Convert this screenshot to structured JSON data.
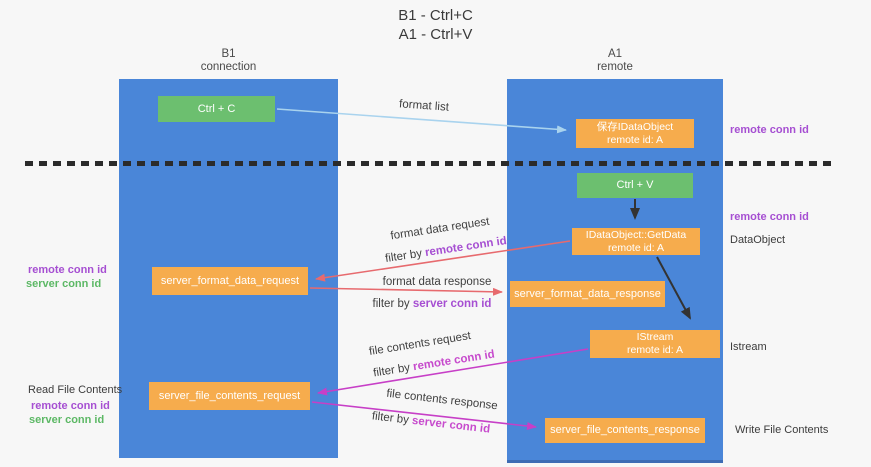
{
  "colors": {
    "background": "#F7F7F7",
    "lifeline_blue": "#4A86D8",
    "box_green": "#6CBF6F",
    "box_orange": "#F6AC4D",
    "arrow_lightblue": "#A9D3EE",
    "arrow_red": "#E76A6E",
    "arrow_magenta": "#C73FC7",
    "arrow_black": "#333333",
    "text_purple": "#A64FD2",
    "text_magenta": "#C74BCD",
    "text_green": "#5CB865"
  },
  "title": {
    "line1": "B1 - Ctrl+C",
    "line2": "A1 - Ctrl+V"
  },
  "lifelines": {
    "left": {
      "name": "B1",
      "role": "connection"
    },
    "right": {
      "name": "A1",
      "role": "remote"
    }
  },
  "boxes": {
    "ctrl_c": {
      "label": "Ctrl + C"
    },
    "save_dataobject": {
      "line1": "保存IDataObject",
      "line2": "remote id: A"
    },
    "ctrl_v": {
      "label": "Ctrl + V"
    },
    "getdata": {
      "line1": "IDataObject::GetData",
      "line2": "remote id: A"
    },
    "format_request": {
      "label": "server_format_data_request"
    },
    "format_response": {
      "label": "server_format_data_response"
    },
    "istream": {
      "line1": "IStream",
      "line2": "remote id: A"
    },
    "file_request": {
      "label": "server_file_contents_request"
    },
    "file_response": {
      "label": "server_file_contents_response"
    }
  },
  "messages": {
    "format_list": {
      "label": "format list"
    },
    "format_request": {
      "label": "format data request",
      "filter_prefix": "filter by ",
      "filter_key": "remote conn id"
    },
    "format_response": {
      "label": "format data response",
      "filter_prefix": "filter by ",
      "filter_key": "server conn id"
    },
    "file_request": {
      "label": "file contents request",
      "filter_prefix": "filter by ",
      "filter_key": "remote conn id"
    },
    "file_response": {
      "label": "file contents response",
      "filter_prefix": "filter by ",
      "filter_key": "server conn id"
    }
  },
  "annotations": {
    "left": {
      "remote_conn_id_1": "remote conn id",
      "server_conn_id_1": "server conn id",
      "read_file_contents": "Read File Contents",
      "remote_conn_id_2": "remote conn id",
      "server_conn_id_2": "server conn id"
    },
    "right": {
      "remote_conn_id_1": "remote conn id",
      "remote_conn_id_2": "remote conn id",
      "dataobject": "DataObject",
      "istream": "Istream",
      "write_file_contents": "Write File Contents"
    }
  }
}
